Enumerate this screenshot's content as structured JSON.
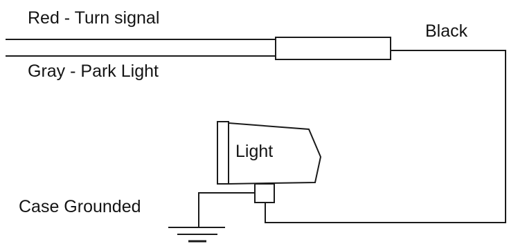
{
  "labels": {
    "red_wire": "Red - Turn signal",
    "gray_wire": "Gray - Park Light",
    "black_wire": "Black",
    "light": "Light",
    "case_grounded": "Case Grounded"
  },
  "colors": {
    "line": "#1a1a1a",
    "text": "#141414",
    "background": "#ffffff"
  }
}
